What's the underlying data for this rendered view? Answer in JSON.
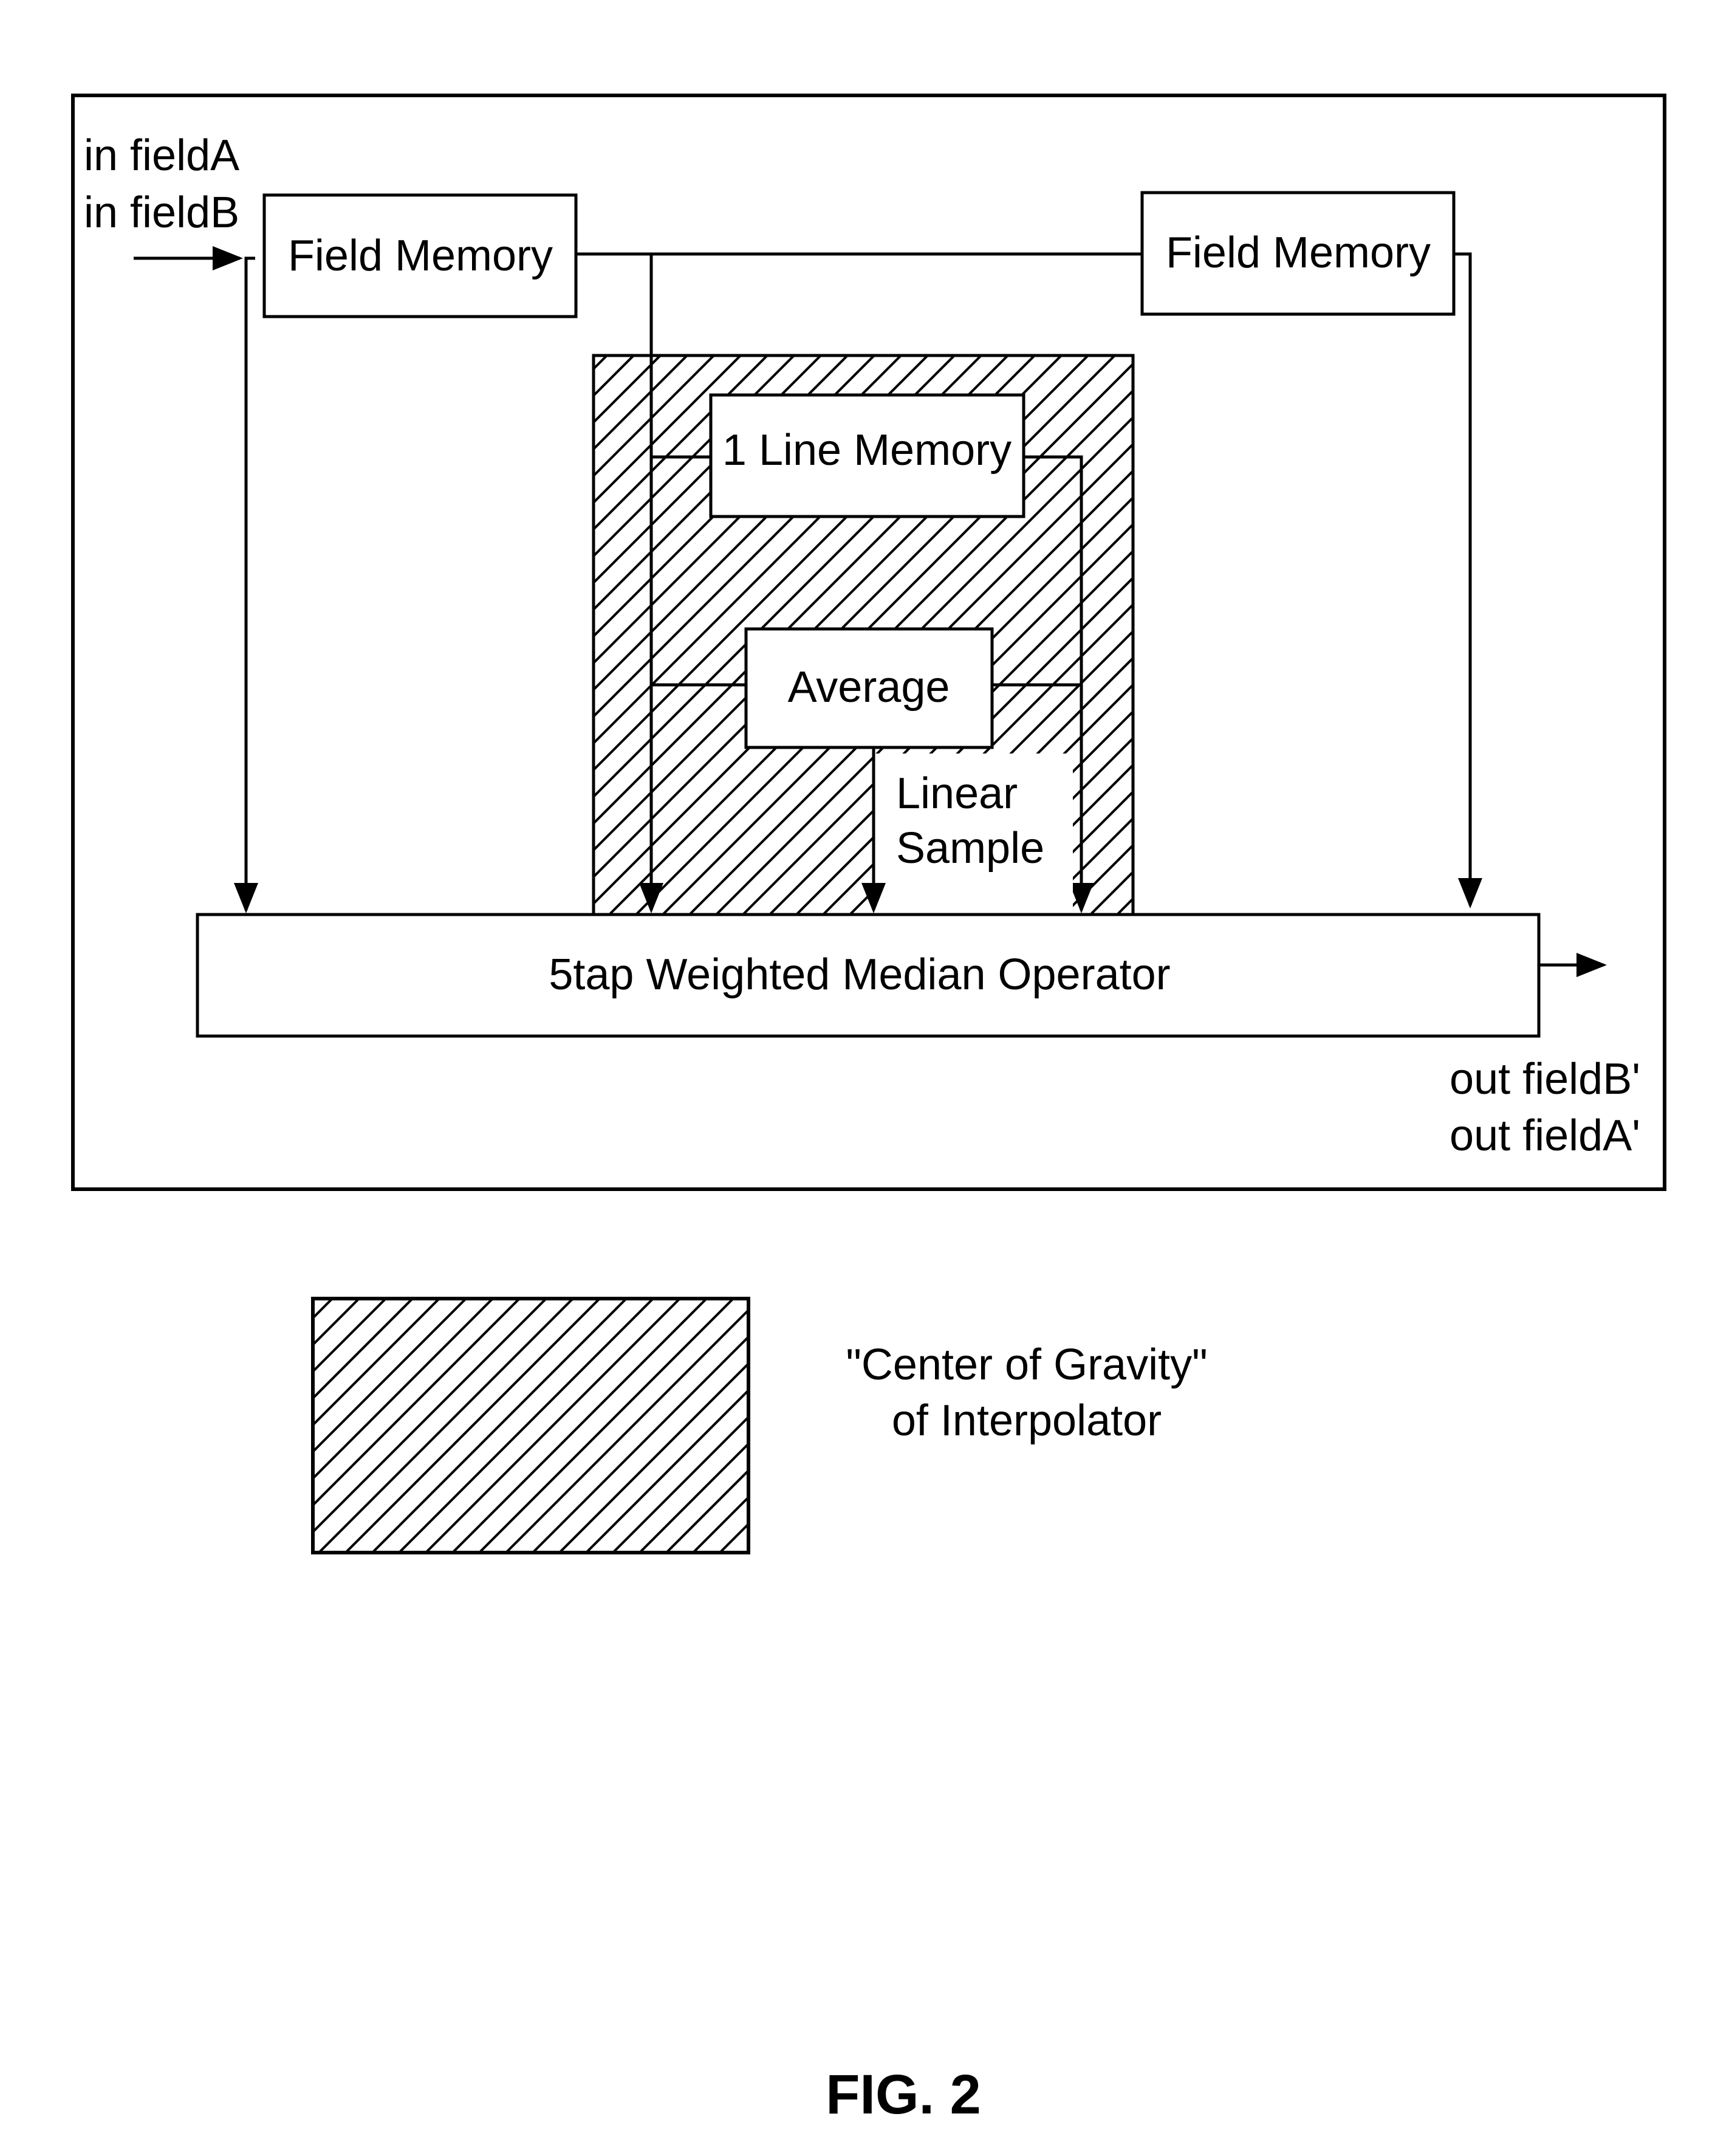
{
  "inputs": {
    "line1": "in fieldA",
    "line2": "in fieldB"
  },
  "outputs": {
    "line1": "out fieldB'",
    "line2": "out fieldA'"
  },
  "blocks": {
    "field_memory_left": "Field Memory",
    "field_memory_right": "Field Memory",
    "line_memory": "1 Line Memory",
    "average": "Average",
    "median_operator": "5tap Weighted Median Operator"
  },
  "linear_sample": {
    "line1": "Linear",
    "line2": "Sample"
  },
  "legend": {
    "line1": "\"Center of Gravity\"",
    "line2": "of Interpolator"
  },
  "figure_label": "FIG. 2"
}
